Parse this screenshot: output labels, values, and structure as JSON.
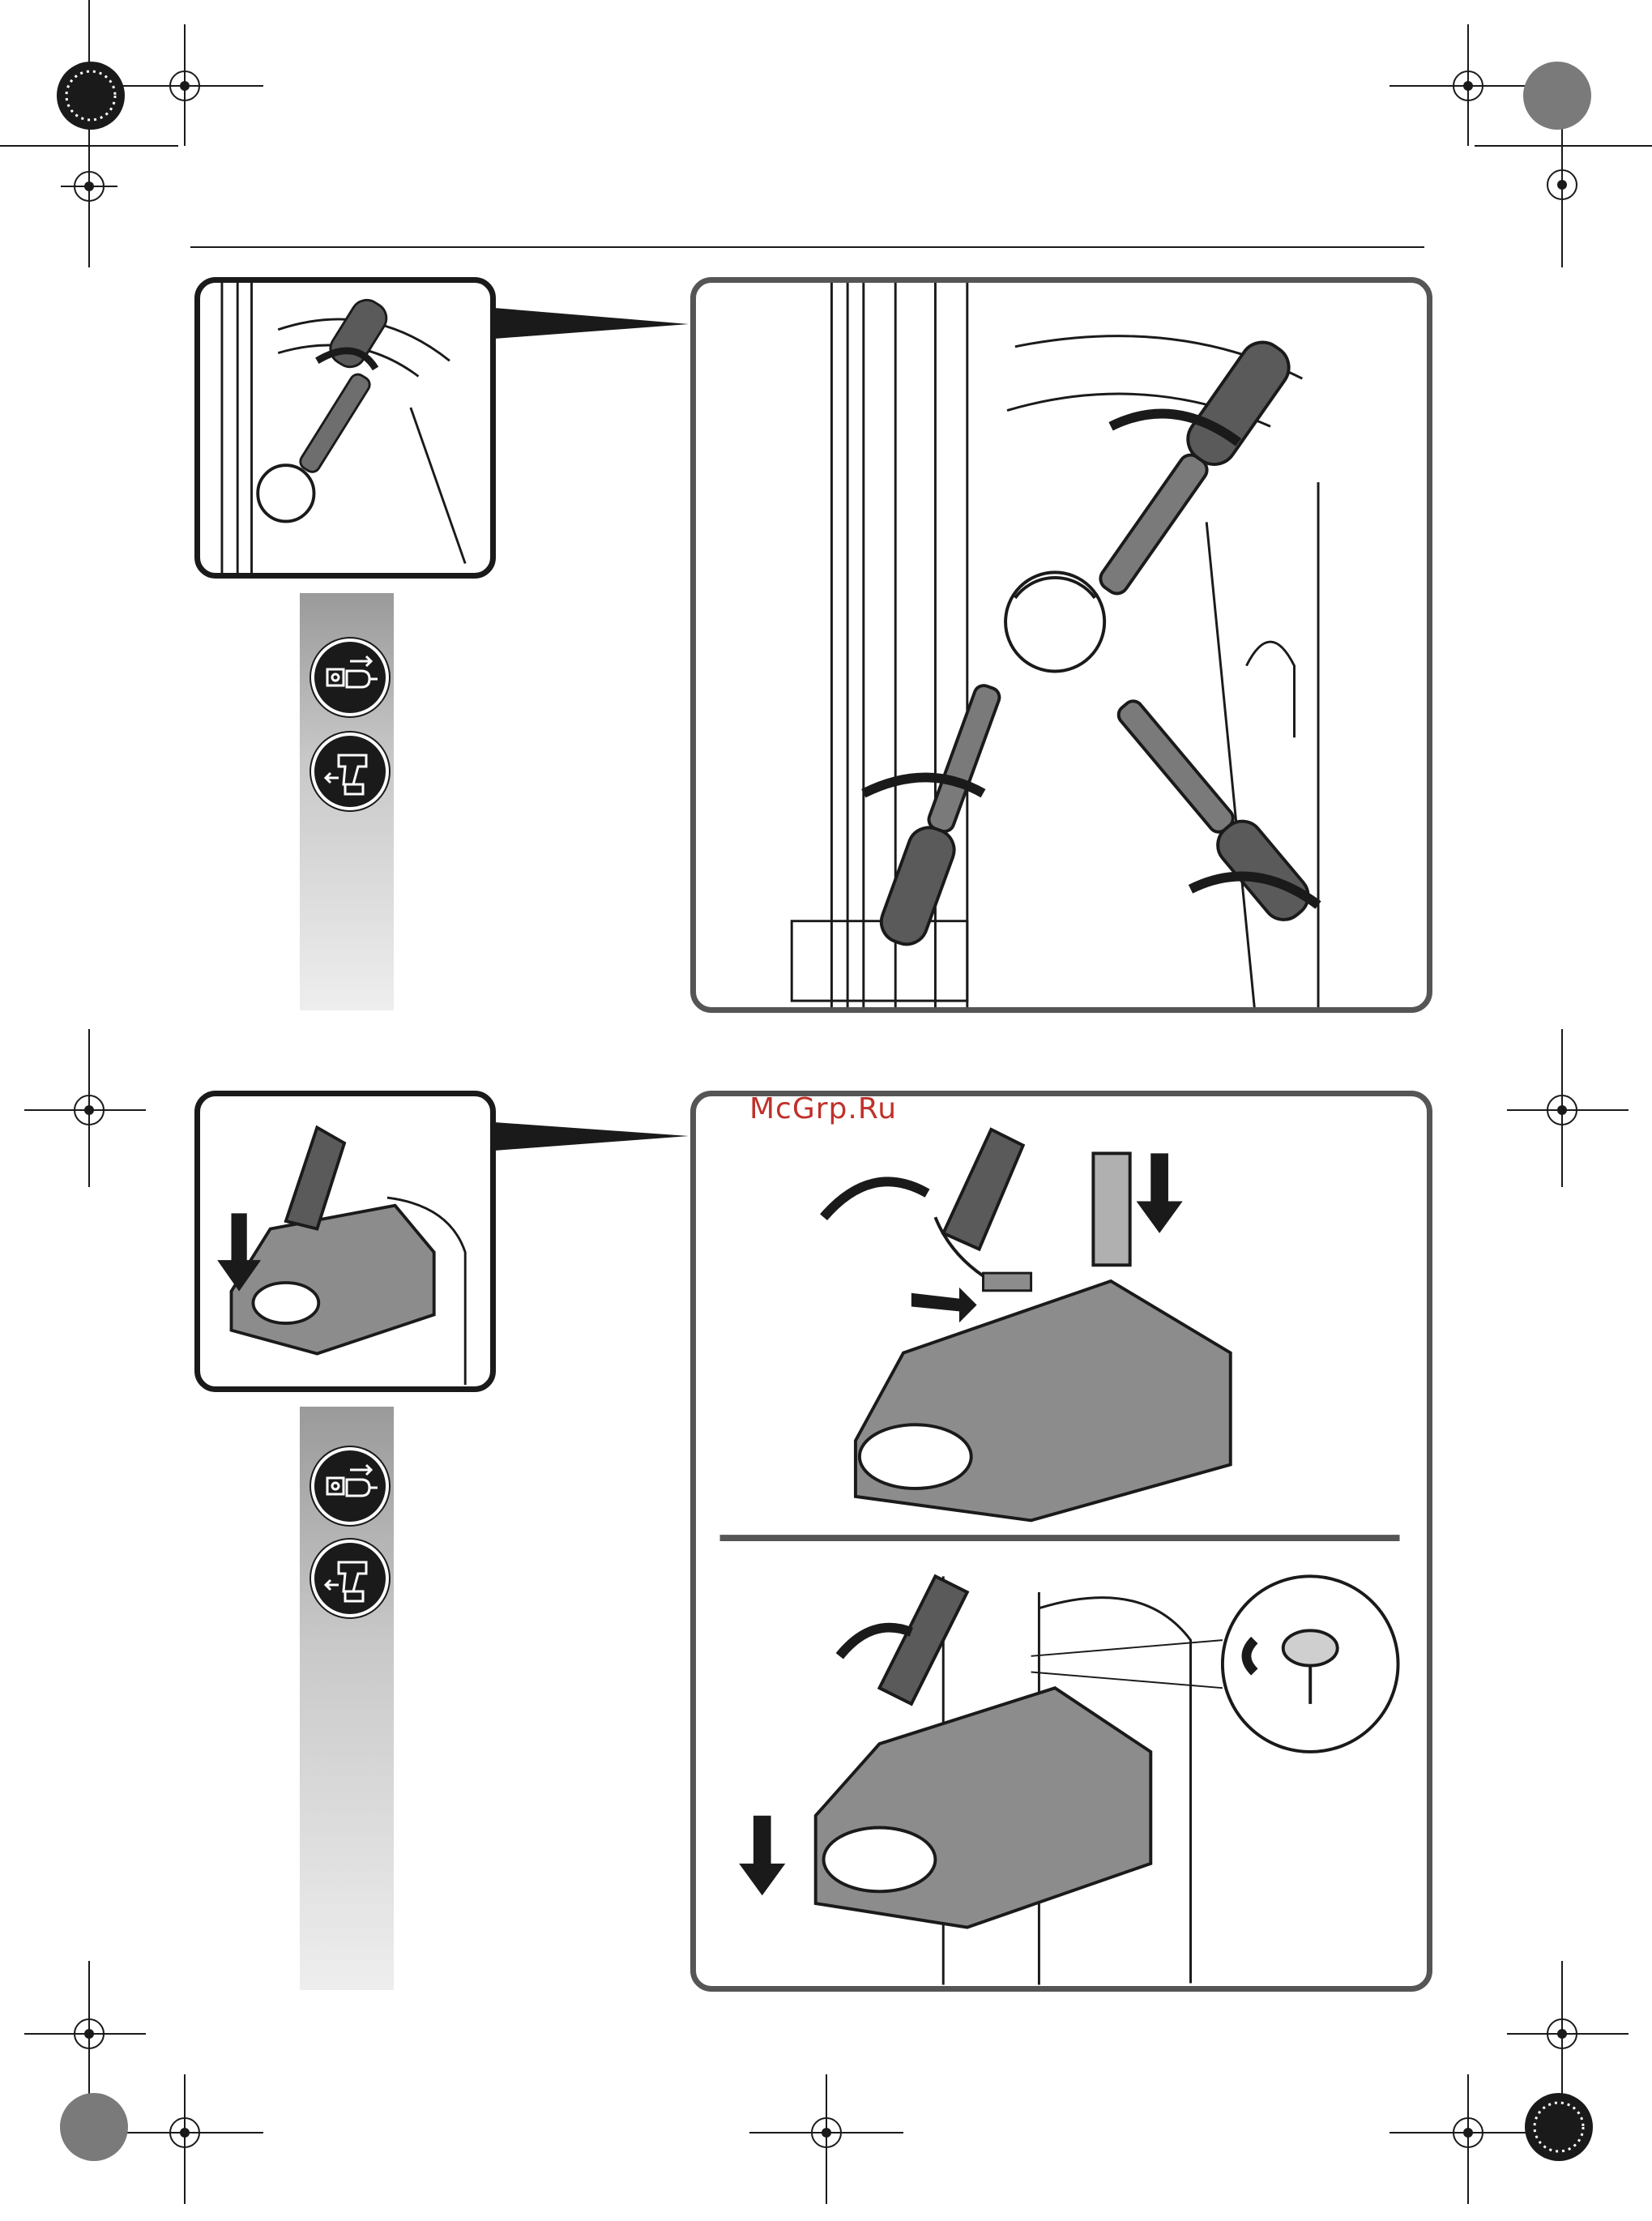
{
  "watermark": {
    "text": "McGrp.Ru",
    "color": "#c0302a"
  },
  "colors": {
    "frame_dark": "#1a1a1a",
    "frame_grey": "#555555",
    "part_grey": "#8c8c8c",
    "sidebar": "#bdbdbd"
  },
  "figures": [
    {
      "step": 1,
      "detail_view": "handle-screw-detail",
      "main_view": "column-with-three-handle-positions",
      "side_icons": [
        "unplug-mains-icon",
        "remove-battery-drill-icon"
      ]
    },
    {
      "step": 2,
      "detail_view": "clamp-holder-detail",
      "main_view_top": "clamp-holder-disassembly",
      "main_view_bottom": "clamp-holder-mounting-on-column",
      "side_icons": [
        "unplug-mains-icon",
        "remove-battery-drill-icon"
      ]
    }
  ]
}
